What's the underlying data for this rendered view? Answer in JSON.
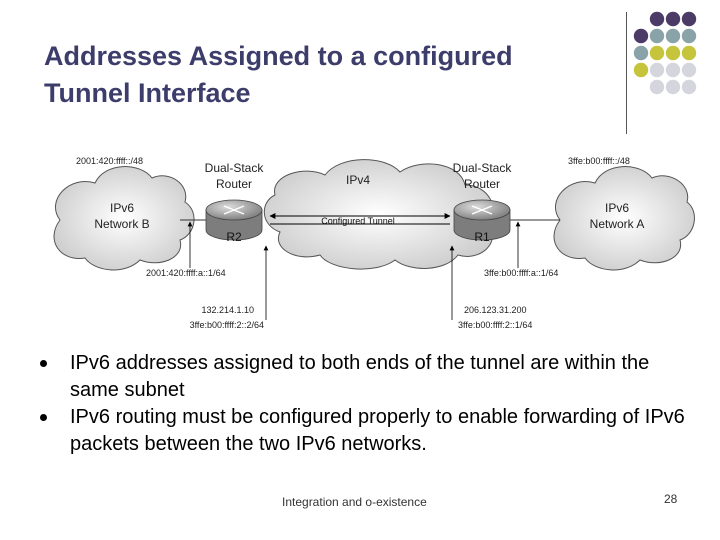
{
  "title": {
    "line1": "Addresses Assigned to a configured",
    "line2": "Tunnel Interface"
  },
  "colors": {
    "title": "#3d3d6b",
    "dot_purple": "#4b3b66",
    "dot_teal": "#8aa3a9",
    "dot_olive": "#c5c43a",
    "dot_gray": "#d5d5de"
  },
  "diagram": {
    "ipv4_cloud_label": "IPv4",
    "network_b": {
      "line1": "IPv6",
      "line2": "Network B",
      "prefix": "2001:420:ffff::/48"
    },
    "network_a": {
      "line1": "IPv6",
      "line2": "Network A",
      "prefix": "3ffe:b00:ffff::/48"
    },
    "left_router": {
      "line1": "Dual-Stack",
      "line2": "Router",
      "name": "R2"
    },
    "right_router": {
      "line1": "Dual-Stack",
      "line2": "Router",
      "name": "R1"
    },
    "tunnel_label": "Configured Tunnel",
    "r2_interface_addr": "2001:420:ffff:a::1/64",
    "r1_interface_addr": "3ffe:b00:ffff:a::1/64",
    "r2_tunnel_ipv4": "132.214.1.10",
    "r2_tunnel_ipv6": "3ffe:b00:ffff:2::2/64",
    "r1_tunnel_ipv4": "206.123.31.200",
    "r1_tunnel_ipv6": "3ffe:b00:ffff:2::1/64"
  },
  "bullets": [
    "IPv6 addresses assigned to both ends of the tunnel are within the same subnet",
    "IPv6 routing must be configured properly to enable forwarding of IPv6 packets between the two IPv6 networks."
  ],
  "footer": "Integration and o-existence",
  "page_number": "28"
}
